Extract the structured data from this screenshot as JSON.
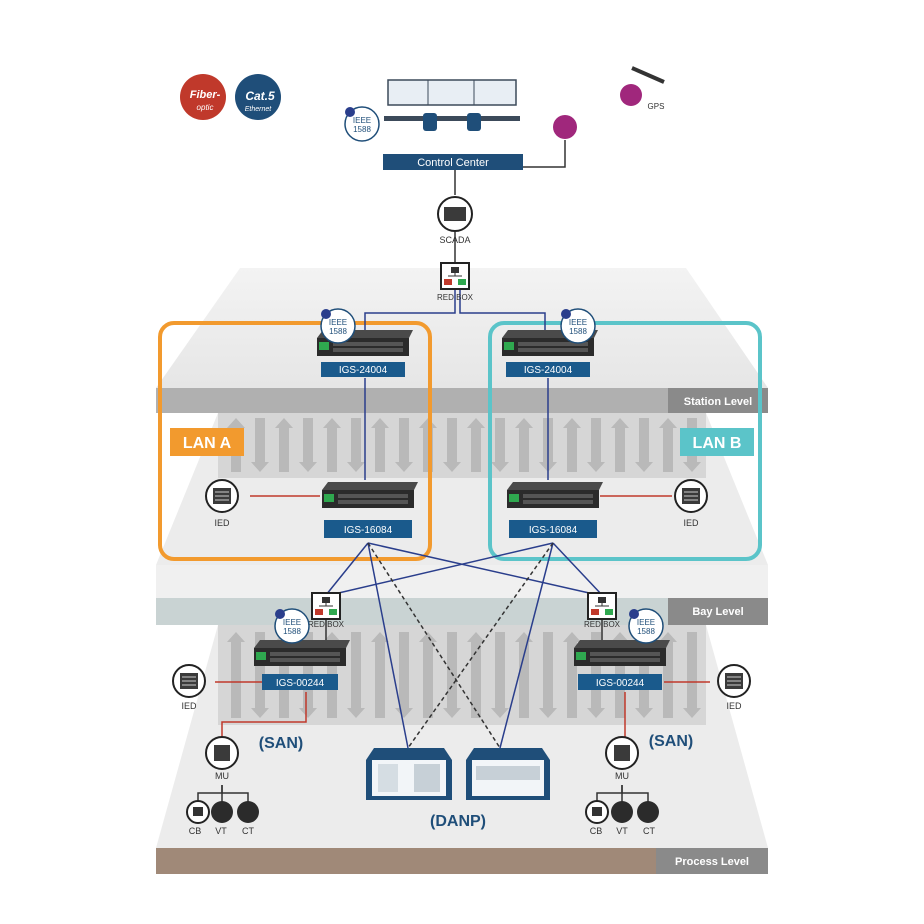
{
  "badges": {
    "fiber_top": "Fiber-",
    "fiber_bottom": "optic",
    "cat5_top": "Cat.5",
    "cat5_bottom": "Ethernet",
    "gps": "GPS"
  },
  "ieee_top": "IEEE",
  "ieee_bottom": "1588",
  "control_center": "Control Center",
  "scada": "SCADA",
  "red_box": "RED BOX",
  "levels": {
    "station": "Station Level",
    "bay": "Bay Level",
    "process": "Process Level"
  },
  "lan_a": "LAN A",
  "lan_b": "LAN B",
  "switches": {
    "igs_24004": "IGS-24004",
    "igs_16084": "IGS-16084",
    "igs_00244": "IGS-00244"
  },
  "ied": "IED",
  "san": "(SAN)",
  "danp": "(DANP)",
  "mu": "MU",
  "cb": "CB",
  "vt": "VT",
  "ct": "CT",
  "colors": {
    "navy": "#1f4e79",
    "switch_label": "#1a5a8c",
    "lan_a": "#f29a2e",
    "lan_b": "#5bc4c9",
    "red_link": "#c0392b",
    "process_bar": "#a08978",
    "gray_bar": "#9a9a9a"
  }
}
